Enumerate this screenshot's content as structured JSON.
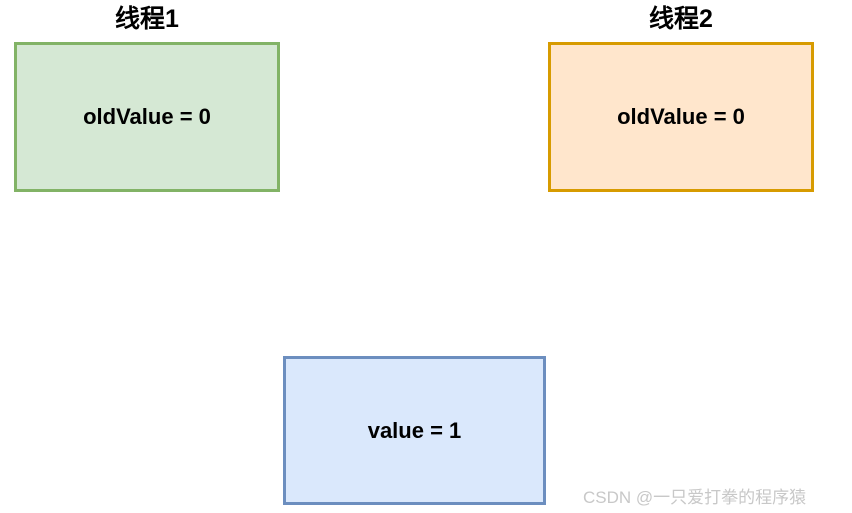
{
  "diagram": {
    "thread1": {
      "title": "线程1",
      "value_label": "oldValue = 0",
      "fill_color": "#D5E8D4",
      "border_color": "#82B366"
    },
    "thread2": {
      "title": "线程2",
      "value_label": "oldValue = 0",
      "fill_color": "#FFE6CC",
      "border_color": "#D79B00"
    },
    "shared_value": {
      "value_label": "value = 1",
      "fill_color": "#DAE8FC",
      "border_color": "#6C8EBF"
    },
    "watermark": "CSDN @一只爱打拳的程序猿"
  }
}
